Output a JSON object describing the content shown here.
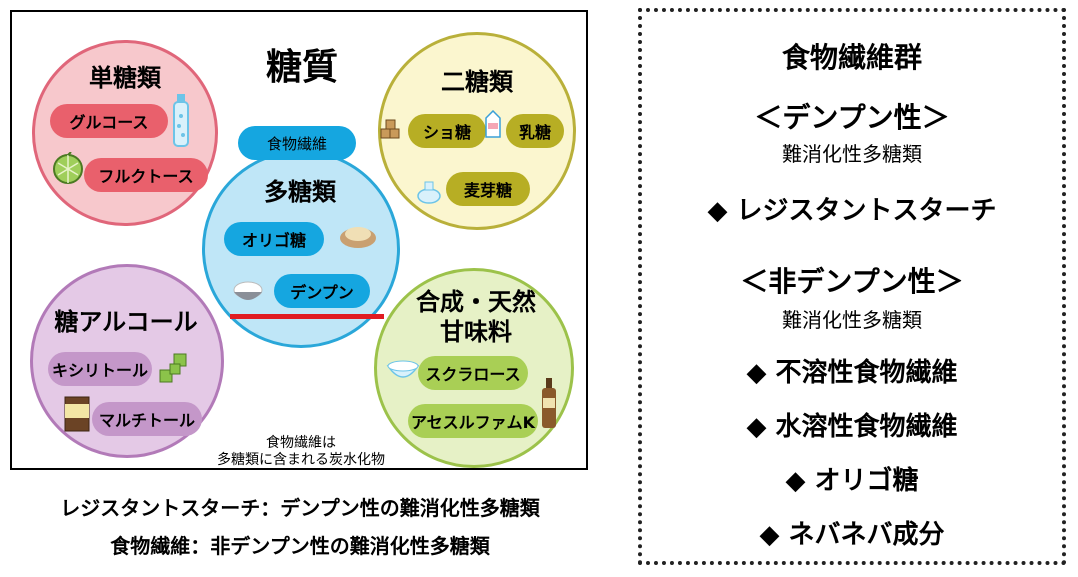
{
  "diagram": {
    "center_title": "糖質",
    "monosaccharides": {
      "title": "単糖類",
      "items": [
        "グルコース",
        "フルクトース"
      ]
    },
    "disaccharides": {
      "title": "二糖類",
      "items": [
        "ショ糖",
        "乳糖",
        "麦芽糖"
      ]
    },
    "polysaccharides": {
      "title": "多糖類",
      "tag": "食物繊維",
      "items": [
        "オリゴ糖",
        "デンプン"
      ]
    },
    "sugar_alcohols": {
      "title": "糖アルコール",
      "items": [
        "キシリトール",
        "マルチトール"
      ]
    },
    "sweeteners": {
      "title_line1": "合成・天然",
      "title_line2": "甘味料",
      "items": [
        "スクラロース",
        "アセスルファムK"
      ]
    },
    "note_line1": "食物繊維は",
    "note_line2": "多糖類に含まれる炭水化物"
  },
  "definitions": [
    "レジスタントスターチ：デンプン性の難消化性多糖類",
    "食物繊維：非デンプン性の難消化性多糖類"
  ],
  "panel": {
    "title": "食物繊維群",
    "starch_heading": "＜デンプン性＞",
    "starch_sub": "難消化性多糖類",
    "starch_items": [
      "◆ レジスタントスターチ"
    ],
    "nonstarch_heading": "＜非デンプン性＞",
    "nonstarch_sub": "難消化性多糖類",
    "nonstarch_items": [
      "◆ 不溶性食物繊維",
      "◆ 水溶性食物繊維",
      "◆ オリゴ糖",
      "◆ ネバネバ成分"
    ]
  },
  "colors": {
    "mono_fill": "#f7c8cc",
    "mono_border": "#e0667a",
    "mono_pill": "#e9606c",
    "di_fill": "#fbf6cf",
    "di_border": "#b9b03a",
    "di_pill": "#b7ae24",
    "poly_fill": "#bfe6f7",
    "poly_border": "#2aa7d9",
    "poly_pill": "#15a6e0",
    "alc_fill": "#e4c9e6",
    "alc_border": "#b27ab8",
    "alc_pill": "#c497c9",
    "sw_fill": "#e6f1c6",
    "sw_border": "#9cc24a",
    "sw_pill": "#a9cf55",
    "red_line": "#e01c22"
  }
}
